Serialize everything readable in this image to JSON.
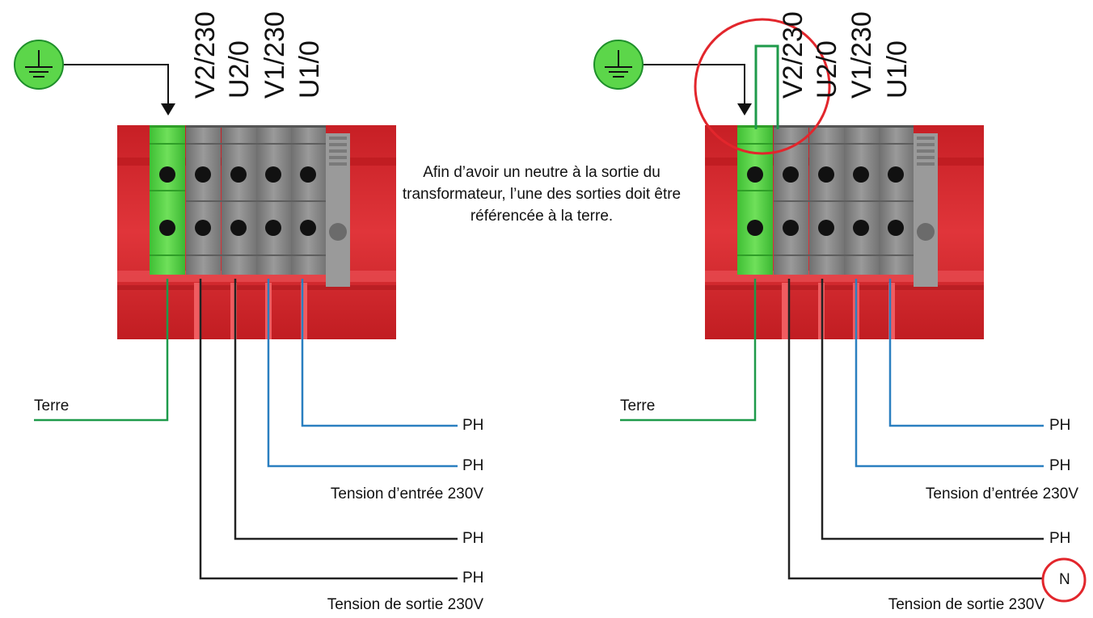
{
  "terminals": [
    "V2/230",
    "U2/0",
    "V1/230",
    "U1/0"
  ],
  "note": "Afin d’avoir un neutre à la sortie du transformateur, l’une des sorties doit être référencée à la terre.",
  "left": {
    "earth_label": "Terre",
    "outputs": [
      "PH",
      "PH",
      "PH",
      "PH"
    ],
    "input_caption": "Tension d’entrée 230V",
    "output_caption": "Tension de sortie 230V"
  },
  "right": {
    "earth_label": "Terre",
    "outputs": [
      "PH",
      "PH",
      "PH"
    ],
    "neutral_label": "N",
    "input_caption": "Tension d’entrée 230V",
    "output_caption": "Tension de sortie 230V"
  },
  "colors": {
    "housing_red": "#d8262b",
    "ground_green": "#5cd64a",
    "terminal_gray": "#8a8a8a",
    "wire_green": "#1e9a4a",
    "wire_blue": "#2a7fc0",
    "wire_black": "#222222",
    "highlight_red": "#e2262c"
  },
  "icons": [
    "earth-ground-icon"
  ]
}
